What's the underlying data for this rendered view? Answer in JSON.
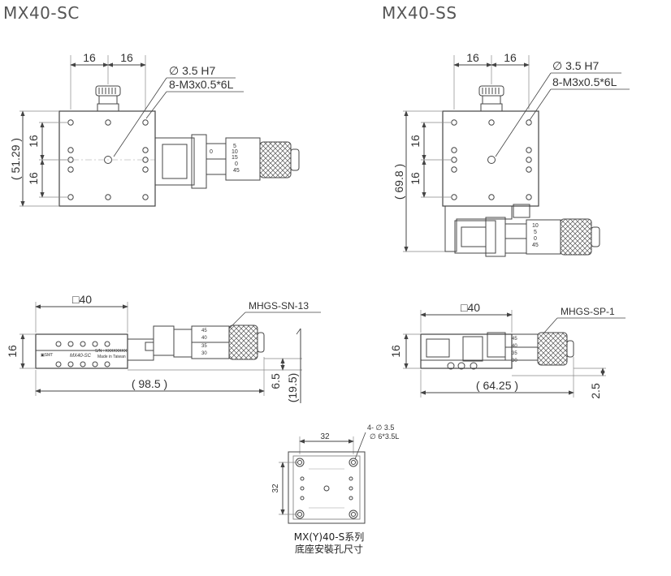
{
  "titles": {
    "sc": "MX40-SC",
    "ss": "MX40-SS"
  },
  "sc_top": {
    "dim_a": "16",
    "dim_b": "16",
    "hole_note": "∅ 3.5 H7",
    "thread_note": "8-M3x0.5*6L",
    "height_overall": "( 51.29 )",
    "v_dim_a": "16",
    "v_dim_b": "16",
    "scale_labels": [
      "0",
      "5",
      "10",
      "15",
      "0",
      "45"
    ]
  },
  "ss_top": {
    "dim_a": "16",
    "dim_b": "16",
    "hole_note": "∅ 3.5 H7",
    "thread_note": "8-M3x0.5*6L",
    "height_overall": "( 69.8 )",
    "v_dim_a": "16",
    "v_dim_b": "16",
    "scale_labels": [
      "10",
      "5",
      "0",
      "45"
    ]
  },
  "sc_side": {
    "width": "□40",
    "micrometer": "MHGS-SN-13",
    "height": "16",
    "length": "( 98.5 )",
    "offset": "6.5",
    "total_h": "(19.5)",
    "plate_brand": "▣SMT",
    "plate_model": "MX40-SC",
    "plate_sn": "S/N : XXXXXXXX",
    "plate_origin": "Made in Taiwan",
    "scale_labels": [
      "45",
      "40",
      "35",
      "30"
    ]
  },
  "ss_side": {
    "width": "□40",
    "micrometer": "MHGS-SP-1",
    "height": "16",
    "length": "( 64.25 )",
    "offset": "2.5",
    "scale_labels": [
      "45",
      "40",
      "35",
      "30"
    ]
  },
  "base": {
    "dim_h": "32",
    "dim_v": "32",
    "hole_note_1": "4- ∅ 3.5",
    "hole_note_2": "∅ 6*3.5L",
    "caption_1": "MX(Y)40-S系列",
    "caption_2": "底座安裝孔尺寸"
  }
}
